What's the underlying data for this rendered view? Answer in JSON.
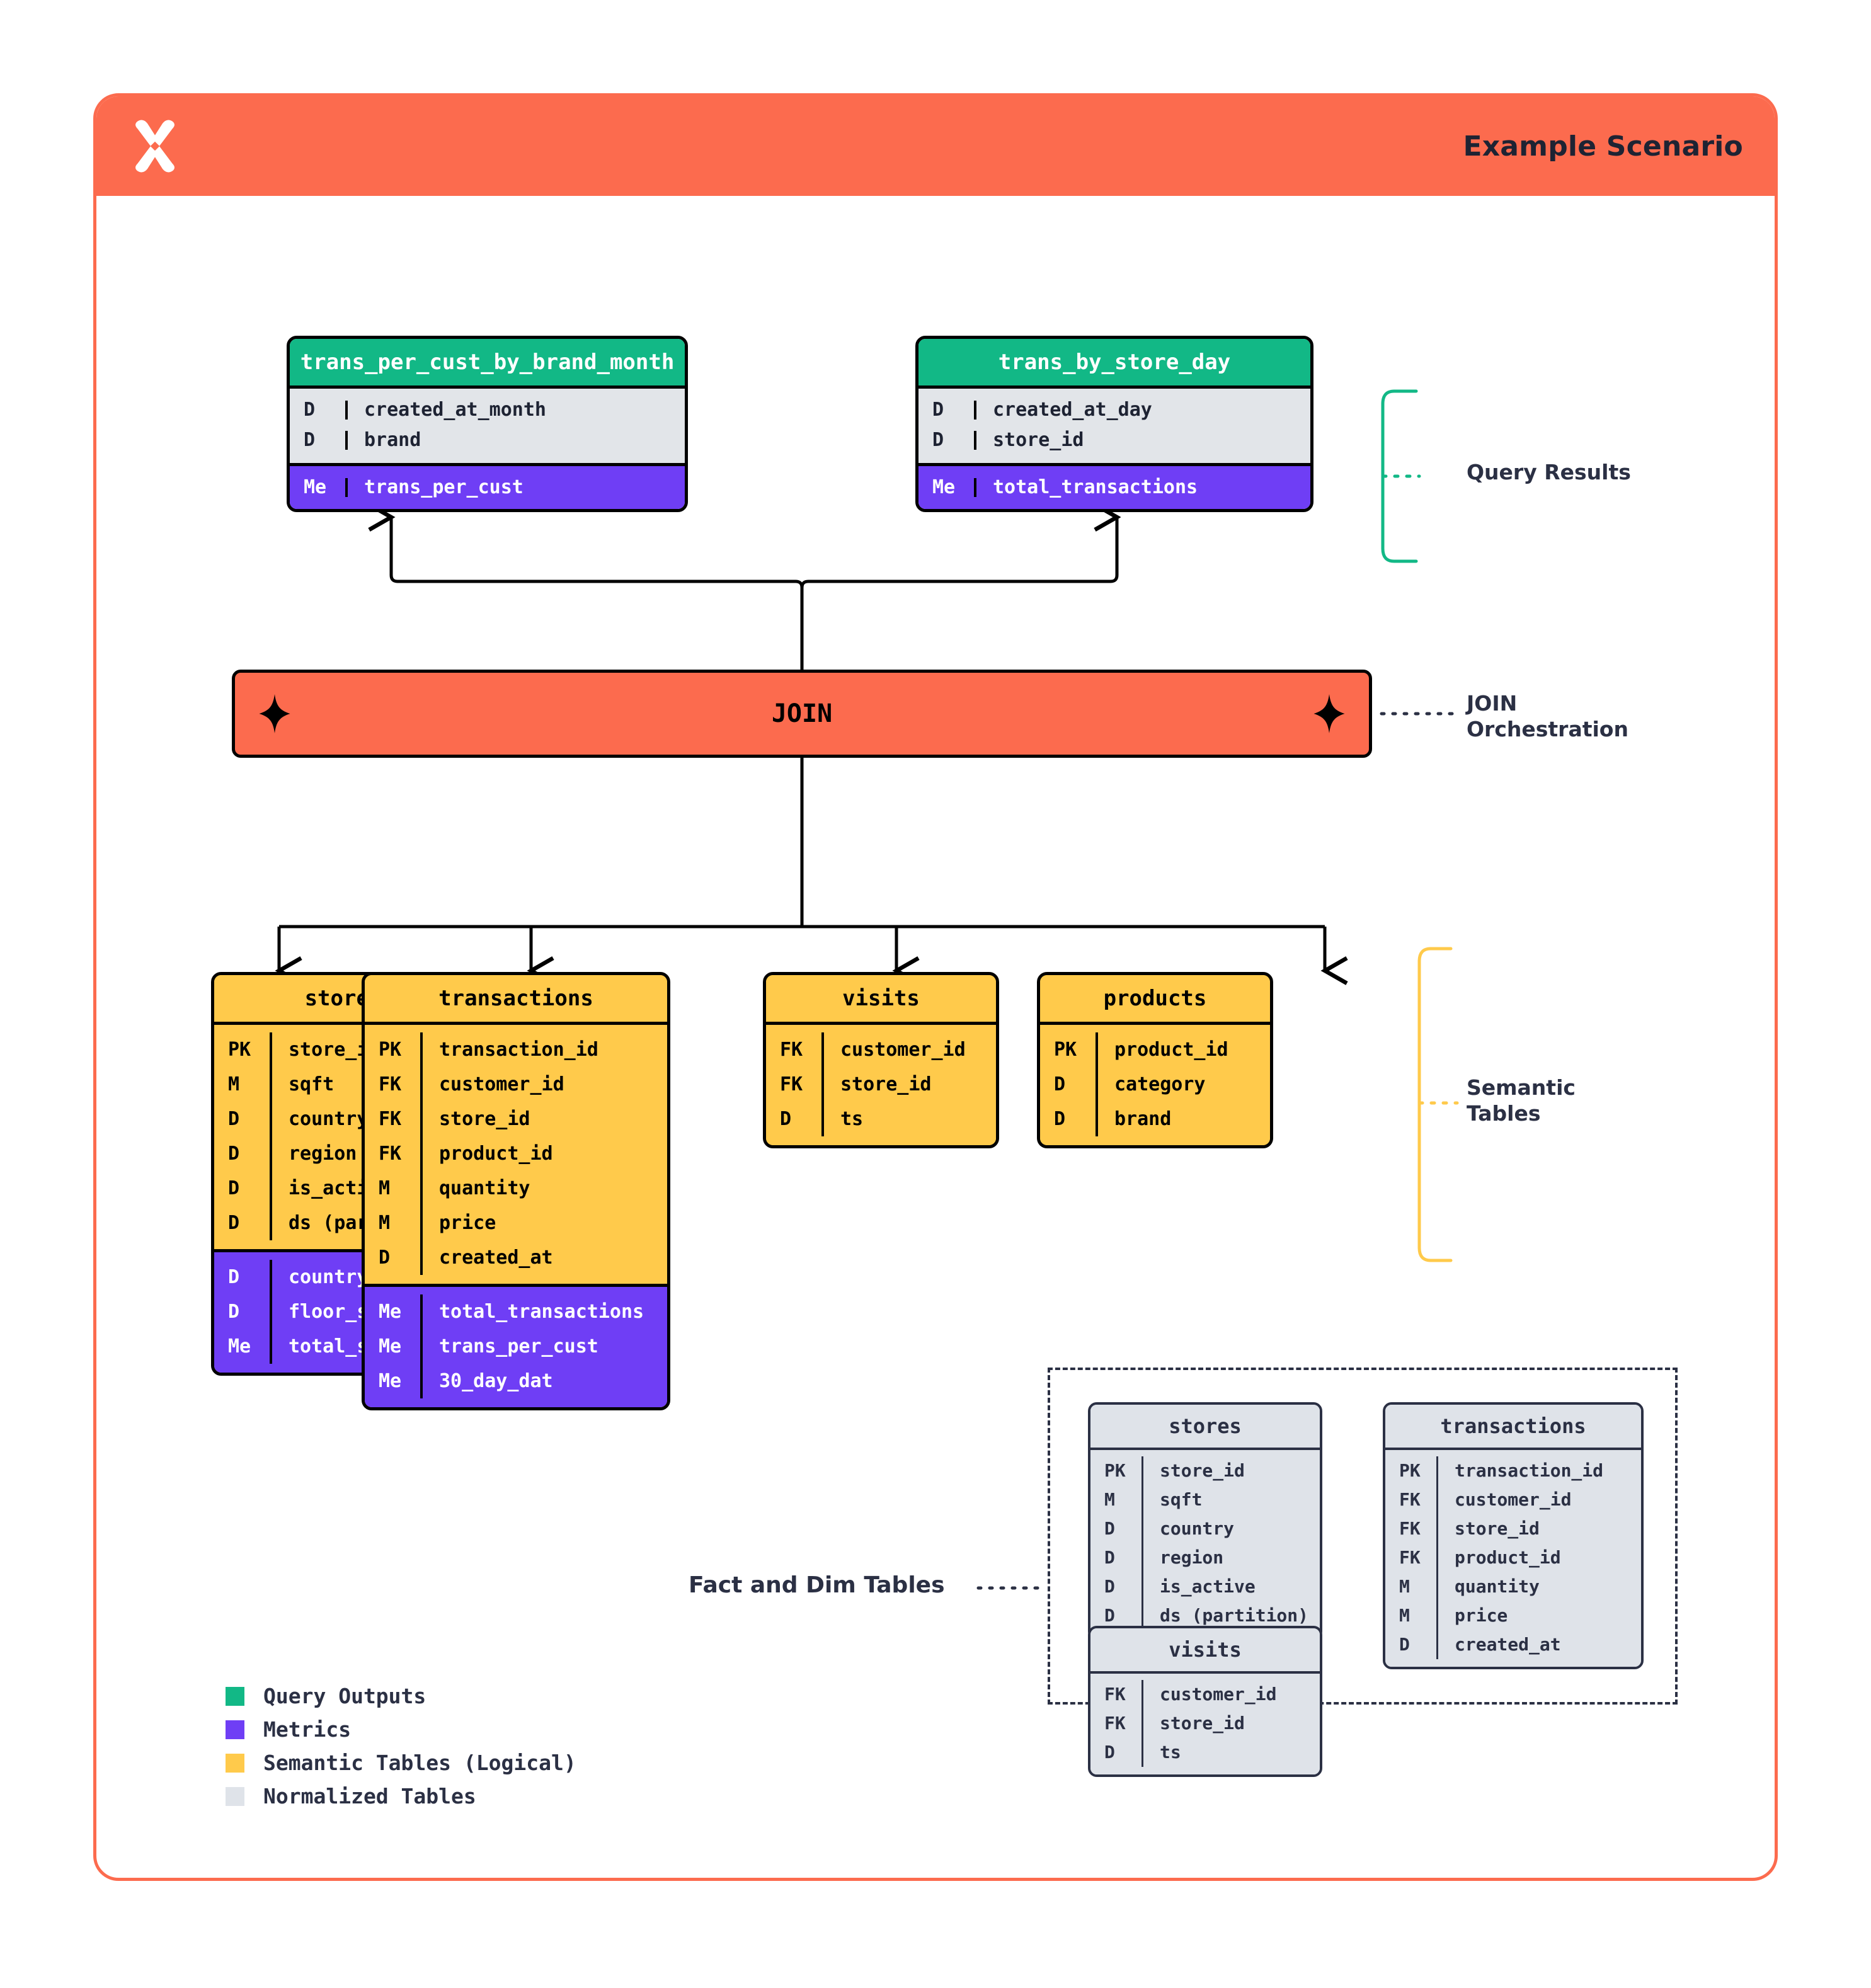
{
  "header": {
    "title": "Example Scenario",
    "logo_icon": "xata-x-logo-icon",
    "bar_color": "#fc6b4e"
  },
  "colors": {
    "query_output": "#12b886",
    "metrics": "#6f3ef5",
    "semantic": "#ffca4b",
    "normalized": "#dfe3e9",
    "accent": "#fc6b4e",
    "ink": "#2b3044"
  },
  "query_results": {
    "annotation": "Query Results",
    "tables": [
      {
        "name": "trans_per_cust_by_brand_month",
        "columns": [
          {
            "key": "D",
            "col": "created_at_month"
          },
          {
            "key": "D",
            "col": "brand"
          }
        ],
        "metrics": [
          {
            "key": "Me",
            "col": "trans_per_cust"
          }
        ]
      },
      {
        "name": "trans_by_store_day",
        "columns": [
          {
            "key": "D",
            "col": "created_at_day"
          },
          {
            "key": "D",
            "col": "store_id"
          }
        ],
        "metrics": [
          {
            "key": "Me",
            "col": "total_transactions"
          }
        ]
      }
    ]
  },
  "join": {
    "label": "JOIN",
    "annotation": "JOIN\nOrchestration",
    "left_icon": "sparkle-icon",
    "right_icon": "sparkle-icon"
  },
  "semantic_tables": {
    "annotation": "Semantic\nTables",
    "tables": [
      {
        "name": "stores",
        "columns": [
          {
            "key": "PK",
            "col": "store_id"
          },
          {
            "key": "M",
            "col": "sqft"
          },
          {
            "key": "D",
            "col": "country"
          },
          {
            "key": "D",
            "col": "region"
          },
          {
            "key": "D",
            "col": "is_active"
          },
          {
            "key": "D",
            "col": "ds (partition)"
          }
        ],
        "metrics": [
          {
            "key": "D",
            "col": "country_group"
          },
          {
            "key": "D",
            "col": "floor_size"
          },
          {
            "key": "Me",
            "col": "total_stores"
          }
        ]
      },
      {
        "name": "transactions",
        "columns": [
          {
            "key": "PK",
            "col": "transaction_id"
          },
          {
            "key": "FK",
            "col": "customer_id"
          },
          {
            "key": "FK",
            "col": "store_id"
          },
          {
            "key": "FK",
            "col": "product_id"
          },
          {
            "key": "M",
            "col": "quantity"
          },
          {
            "key": "M",
            "col": "price"
          },
          {
            "key": "D",
            "col": "created_at"
          }
        ],
        "metrics": [
          {
            "key": "Me",
            "col": "total_transactions"
          },
          {
            "key": "Me",
            "col": "trans_per_cust"
          },
          {
            "key": "Me",
            "col": "30_day_dat"
          }
        ]
      },
      {
        "name": "visits",
        "columns": [
          {
            "key": "FK",
            "col": "customer_id"
          },
          {
            "key": "FK",
            "col": "store_id"
          },
          {
            "key": "D",
            "col": "ts"
          }
        ],
        "metrics": []
      },
      {
        "name": "products",
        "columns": [
          {
            "key": "PK",
            "col": "product_id"
          },
          {
            "key": "D",
            "col": "category"
          },
          {
            "key": "D",
            "col": "brand"
          }
        ],
        "metrics": []
      }
    ]
  },
  "fact_dim": {
    "annotation": "Fact and Dim Tables",
    "tables": [
      {
        "name": "stores",
        "columns": [
          {
            "key": "PK",
            "col": "store_id"
          },
          {
            "key": "M",
            "col": "sqft"
          },
          {
            "key": "D",
            "col": "country"
          },
          {
            "key": "D",
            "col": "region"
          },
          {
            "key": "D",
            "col": "is_active"
          },
          {
            "key": "D",
            "col": "ds (partition)"
          }
        ]
      },
      {
        "name": "transactions",
        "columns": [
          {
            "key": "PK",
            "col": "transaction_id"
          },
          {
            "key": "FK",
            "col": "customer_id"
          },
          {
            "key": "FK",
            "col": "store_id"
          },
          {
            "key": "FK",
            "col": "product_id"
          },
          {
            "key": "M",
            "col": "quantity"
          },
          {
            "key": "M",
            "col": "price"
          },
          {
            "key": "D",
            "col": "created_at"
          }
        ]
      },
      {
        "name": "visits",
        "columns": [
          {
            "key": "FK",
            "col": "customer_id"
          },
          {
            "key": "FK",
            "col": "store_id"
          },
          {
            "key": "D",
            "col": "ts"
          }
        ]
      }
    ]
  },
  "legend": [
    {
      "swatch": "#12b886",
      "label": "Query Outputs"
    },
    {
      "swatch": "#6f3ef5",
      "label": "Metrics"
    },
    {
      "swatch": "#ffca4b",
      "label": "Semantic Tables (Logical)"
    },
    {
      "swatch": "#dfe3e9",
      "label": "Normalized Tables"
    }
  ]
}
